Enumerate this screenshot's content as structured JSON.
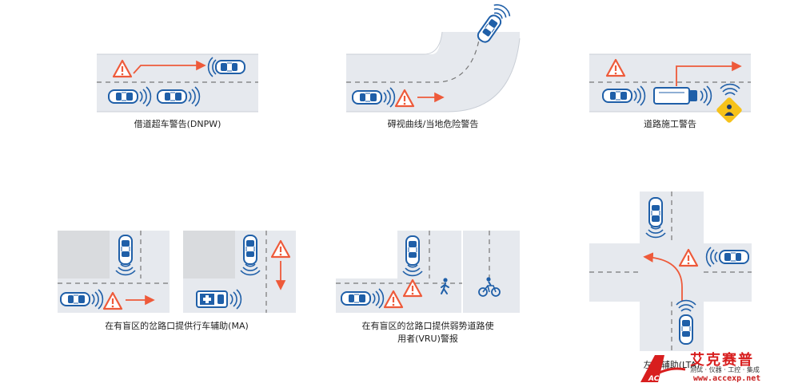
{
  "captions": {
    "dnpw": "借道超车警告(DNPW)",
    "curve": "碍视曲线/当地危险警告",
    "construction": "道路施工警告",
    "ma": "在有盲区的岔路口提供行车辅助(MA)",
    "vru_line1": "在有盲区的岔路口提供弱势道路使",
    "vru_line2": "用者(VRU)警报",
    "lta": "左转辅助(LTA)"
  },
  "colors": {
    "road": "#e6e9ee",
    "road_dark": "#dfe3e8",
    "block": "#d9dbde",
    "car_blue": "#1f5fa8",
    "warning_red": "#ee5a3a",
    "yellow_sign": "#f6c21a"
  },
  "icons": [
    "warning-triangle-icon",
    "car-icon",
    "signal-wave-icon",
    "arrow-icon",
    "truck-icon",
    "worker-sign-icon",
    "ambulance-icon",
    "pedestrian-icon",
    "cyclist-icon"
  ],
  "watermark": {
    "title": "艾克赛普",
    "subtitle": "测试 · 仪器 · 工控 · 集成",
    "url": "www.accexp.net",
    "logo_text": "ACCEXP"
  }
}
